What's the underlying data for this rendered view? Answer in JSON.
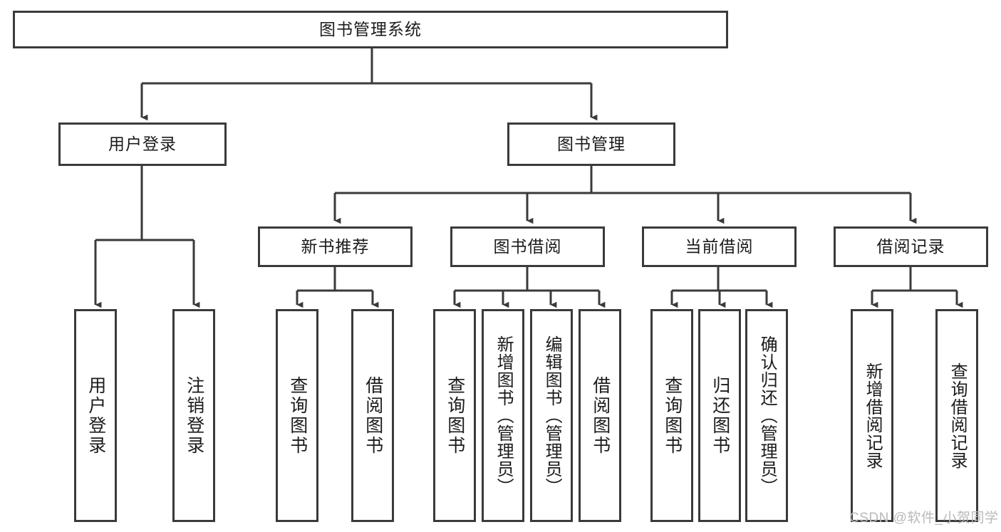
{
  "diagram": {
    "type": "tree",
    "title": "图书管理系统",
    "root": {
      "id": "root",
      "label": "图书管理系统"
    },
    "level2": [
      {
        "id": "user-login",
        "label": "用户登录"
      },
      {
        "id": "book-manage",
        "label": "图书管理"
      }
    ],
    "level3": [
      {
        "id": "new-book-rec",
        "label": "新书推荐",
        "parent": "book-manage"
      },
      {
        "id": "book-borrow",
        "label": "图书借阅",
        "parent": "book-manage"
      },
      {
        "id": "current-borrow",
        "label": "当前借阅",
        "parent": "book-manage"
      },
      {
        "id": "borrow-record",
        "label": "借阅记录",
        "parent": "book-manage"
      }
    ],
    "leaves": [
      {
        "id": "leaf-user-login",
        "label": "用户登录",
        "parent": "user-login"
      },
      {
        "id": "leaf-user-logout",
        "label": "注销登录",
        "parent": "user-login"
      },
      {
        "id": "leaf-query-book-1",
        "label": "查询图书",
        "parent": "new-book-rec"
      },
      {
        "id": "leaf-borrow-book-1",
        "label": "借阅图书",
        "parent": "new-book-rec"
      },
      {
        "id": "leaf-query-book-2",
        "label": "查询图书",
        "parent": "book-borrow"
      },
      {
        "id": "leaf-add-book",
        "label": "新增图书（管理员）",
        "parent": "book-borrow"
      },
      {
        "id": "leaf-edit-book",
        "label": "编辑图书（管理员）",
        "parent": "book-borrow"
      },
      {
        "id": "leaf-borrow-book-2",
        "label": "借阅图书",
        "parent": "book-borrow"
      },
      {
        "id": "leaf-query-book-3",
        "label": "查询图书",
        "parent": "current-borrow"
      },
      {
        "id": "leaf-return-book",
        "label": "归还图书",
        "parent": "current-borrow"
      },
      {
        "id": "leaf-confirm-return",
        "label": "确认归还（管理员）",
        "parent": "current-borrow"
      },
      {
        "id": "leaf-add-record",
        "label": "新增借阅记录",
        "parent": "borrow-record"
      },
      {
        "id": "leaf-query-record",
        "label": "查询借阅记录",
        "parent": "borrow-record"
      }
    ]
  },
  "watermark": {
    "text": "CSDN @软件_小贺同学"
  },
  "colors": {
    "stroke": "#3a3a3a",
    "background": "#ffffff",
    "text": "#1b1b1b",
    "watermark": "#b9b9b9"
  }
}
